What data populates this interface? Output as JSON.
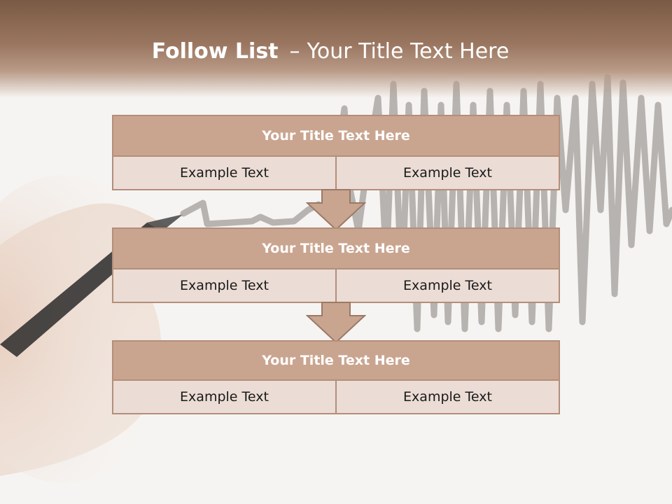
{
  "slide": {
    "title_bold": "Follow List",
    "title_dash": "–",
    "title_rest": "Your Title Text Here"
  },
  "blocks": [
    {
      "title": "Your Title Text Here",
      "left": "Example Text",
      "right": "Example Text"
    },
    {
      "title": "Your Title Text Here",
      "left": "Example Text",
      "right": "Example Text"
    },
    {
      "title": "Your Title Text Here",
      "left": "Example Text",
      "right": "Example Text"
    }
  ],
  "colors": {
    "header_dark": "#7a5a44",
    "block_title_bg": "#c9a590",
    "block_cell_bg": "#ebdcd5",
    "border": "#b38e7a",
    "arrow_fill": "#c9a590"
  }
}
